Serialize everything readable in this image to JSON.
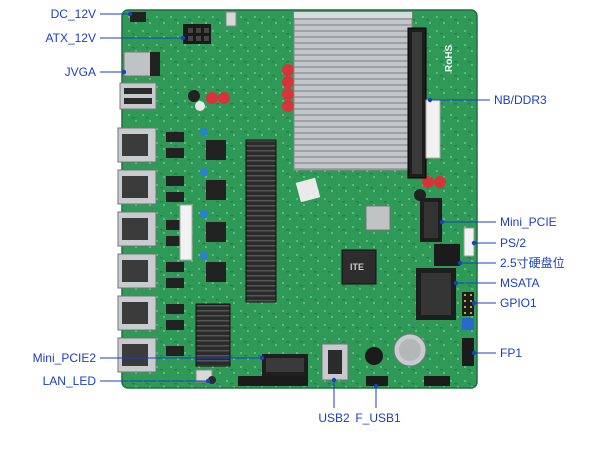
{
  "labels": {
    "dc_12v": "DC_12V",
    "atx_12v": "ATX_12V",
    "jvga": "JVGA",
    "nb_ddr3": "NB/DDR3",
    "mini_pcie": "Mini_PCIE",
    "ps2": "PS/2",
    "hdd_slot": "2.5寸硬盘位",
    "msata": "MSATA",
    "gpio1": "GPIO1",
    "fp1": "FP1",
    "mini_pcie2": "Mini_PCIE2",
    "lan_led": "LAN_LED",
    "usb2": "USB2",
    "f_usb1": "F_USB1"
  },
  "board_text": {
    "rohs": "RoHS",
    "chip": "ITE"
  },
  "colors": {
    "label_text": "#1a3fc4",
    "callout_line": "#1a3fc4",
    "pcb_green": "#2f9a57",
    "heatsink": "#b9bcc0",
    "port_metal": "#c8cccf"
  }
}
